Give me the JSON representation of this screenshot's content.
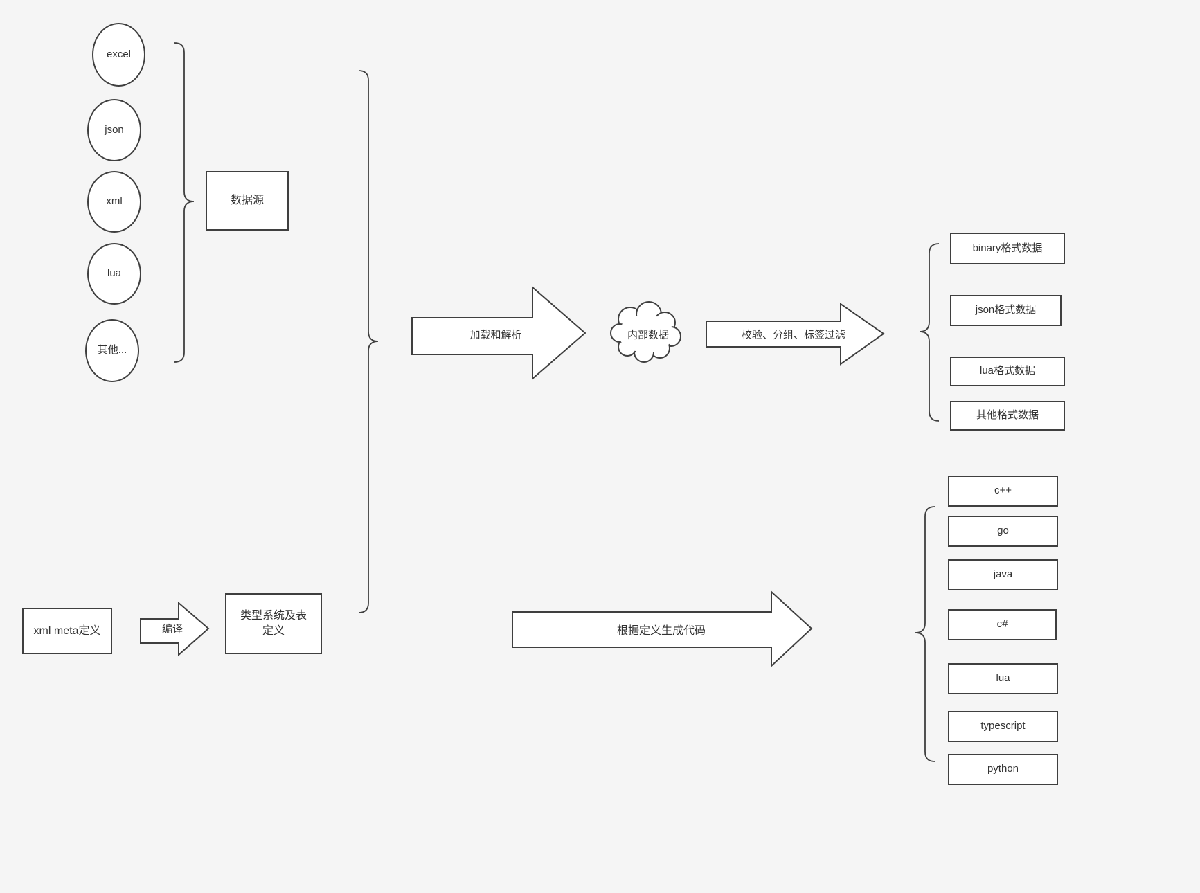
{
  "canvas": {
    "background": "#f5f5f5",
    "node_fill": "#ffffff",
    "stroke_color": "#3f3f3f",
    "text_color": "#333333"
  },
  "sources": {
    "group_label": "数据源",
    "items": [
      {
        "label": "excel"
      },
      {
        "label": "json"
      },
      {
        "label": "xml"
      },
      {
        "label": "lua"
      },
      {
        "label": "其他..."
      }
    ]
  },
  "pipeline": {
    "load_parse_arrow": "加载和解析",
    "internal_data_cloud": "内部数据",
    "filter_arrow": "校验、分组、标签过滤"
  },
  "data_outputs": {
    "items": [
      {
        "label": "binary格式数据"
      },
      {
        "label": "json格式数据"
      },
      {
        "label": "lua格式数据"
      },
      {
        "label": "其他格式数据"
      }
    ]
  },
  "meta_flow": {
    "xml_meta_box": "xml meta定义",
    "compile_arrow": "编译",
    "type_system_box": "类型系统及表定义"
  },
  "codegen": {
    "arrow_label": "根据定义生成代码",
    "languages": [
      {
        "label": "c++"
      },
      {
        "label": "go"
      },
      {
        "label": "java"
      },
      {
        "label": "c#"
      },
      {
        "label": "lua"
      },
      {
        "label": "typescript"
      },
      {
        "label": "python"
      }
    ]
  }
}
